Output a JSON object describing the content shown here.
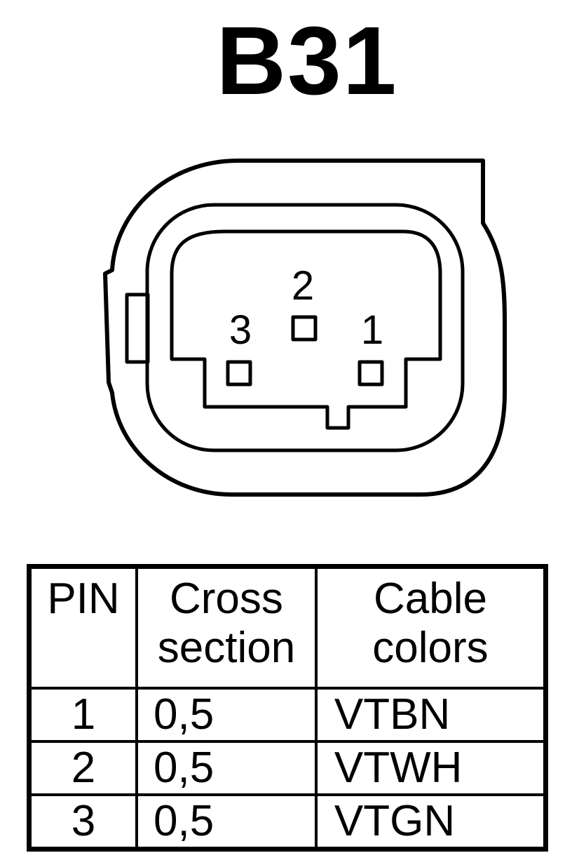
{
  "connector": {
    "title": "B31",
    "pin_labels": [
      "1",
      "2",
      "3"
    ]
  },
  "table": {
    "headers": {
      "pin": "PIN",
      "cross_section": [
        "Cross",
        "section"
      ],
      "cable_colors": [
        "Cable",
        "colors"
      ]
    },
    "rows": [
      {
        "pin": "1",
        "cross_section": "0,5",
        "cable_color": "VTBN"
      },
      {
        "pin": "2",
        "cross_section": "0,5",
        "cable_color": "VTWH"
      },
      {
        "pin": "3",
        "cross_section": "0,5",
        "cable_color": "VTGN"
      }
    ]
  },
  "colors": {
    "line": "#000000",
    "background": "#ffffff"
  }
}
